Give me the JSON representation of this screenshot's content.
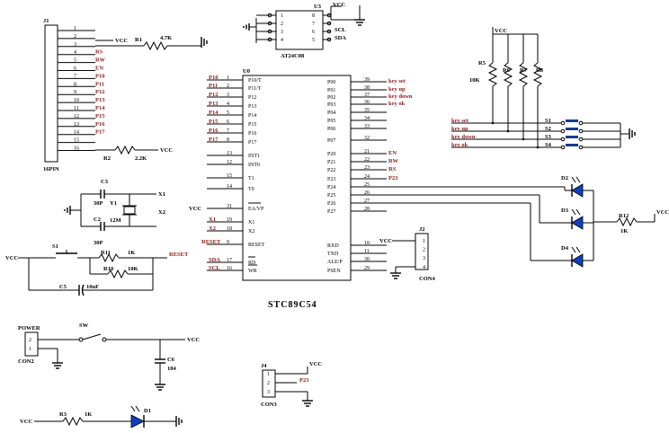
{
  "j1": {
    "ref": "J1",
    "name": "16PIN",
    "pins": [
      "1",
      "2",
      "3",
      "4",
      "5",
      "6",
      "7",
      "8",
      "9",
      "10",
      "11",
      "12",
      "13",
      "14",
      "15",
      "16"
    ],
    "signals": [
      "",
      "",
      "",
      "RS",
      "RW",
      "EN",
      "P10",
      "P11",
      "P12",
      "P13",
      "P14",
      "P15",
      "P16",
      "P17",
      "",
      ""
    ]
  },
  "r1": {
    "ref": "R1",
    "value": "4.7K"
  },
  "r2": {
    "ref": "R2",
    "value": "2.2K"
  },
  "u3": {
    "ref": "U3",
    "name": "AT24C08",
    "left_pins": [
      "1",
      "2",
      "3",
      "4"
    ],
    "right_pins": [
      "8",
      "7",
      "6",
      "5"
    ]
  },
  "i2c": {
    "scl": "SCL",
    "sda": "SDA"
  },
  "u0": {
    "ref": "U0",
    "name": "STC89C54",
    "left_nums": [
      "1",
      "2",
      "3",
      "4",
      "5",
      "6",
      "7",
      "8",
      "13",
      "12",
      "15",
      "14",
      "31",
      "19",
      "18",
      "9",
      "17",
      "16"
    ],
    "left_names": [
      "P10/T",
      "P11/T",
      "P12",
      "P13",
      "P14",
      "P15",
      "P16",
      "P17",
      "INT1",
      "INT0",
      "T1",
      "T0",
      "EA/VP",
      "X1",
      "X2",
      "RESET",
      "RD",
      "WR"
    ],
    "left_ext": [
      "P10",
      "P11",
      "P12",
      "P13",
      "P14",
      "P15",
      "P16",
      "P17",
      "",
      "",
      "",
      "",
      "",
      "X1",
      "X2",
      "RESET",
      "SDA",
      "SCL"
    ],
    "right_nums": [
      "39",
      "38",
      "37",
      "36",
      "35",
      "34",
      "33",
      "32",
      "21",
      "22",
      "23",
      "24",
      "25",
      "26",
      "27",
      "28",
      "10",
      "11",
      "30",
      "29"
    ],
    "right_names": [
      "P00",
      "P01",
      "P02",
      "P03",
      "P04",
      "P05",
      "P06",
      "P07",
      "P20",
      "P21",
      "P22",
      "P23",
      "P24",
      "P25",
      "P26",
      "P27",
      "RXD",
      "TXD",
      "ALE/P",
      "PSEN"
    ],
    "right_ext": [
      "key set",
      "key up",
      "key down",
      "key ok",
      "",
      "",
      "",
      "",
      "EN",
      "RW",
      "RS",
      "P23",
      "",
      "",
      "",
      "",
      "",
      "",
      "",
      ""
    ]
  },
  "keys": {
    "r5": {
      "ref": "R5",
      "value": "10K"
    },
    "r6": {
      "ref": "R6"
    },
    "r7": {
      "ref": "R7"
    },
    "r8": {
      "ref": "R8"
    },
    "nets": [
      "key set",
      "key up",
      "key down",
      "key ok"
    ],
    "switches": [
      "S1",
      "S2",
      "S3",
      "S4"
    ]
  },
  "crystal": {
    "c2": "C2",
    "c2v": "30P",
    "c3": "C3",
    "c3v": "30P",
    "y1": "Y1",
    "y1v": "12M",
    "x1": "X1",
    "x2": "X2"
  },
  "reset": {
    "s1": "S1",
    "r11": "R11",
    "r11v": "1K",
    "r10": "R10",
    "r10v": "10K",
    "c5": "C5",
    "c5v": "10uF",
    "net": "RESET"
  },
  "leds": {
    "d2": "D2",
    "d3": "D3",
    "d4": "D4",
    "r12": "R12",
    "r12v": "1K"
  },
  "j2": {
    "ref": "J2",
    "name": "CON4",
    "pins": [
      "1",
      "2",
      "3",
      "4"
    ]
  },
  "power": {
    "jack": "POWER",
    "con": "CON2",
    "pins": [
      "2",
      "1"
    ],
    "sw": "SW",
    "c6": "C6",
    "c6v": "104"
  },
  "j4": {
    "ref": "J4",
    "name": "CON3",
    "pins": [
      "1",
      "2",
      "3"
    ],
    "net": "P23"
  },
  "d1": {
    "r3": "R3",
    "r3v": "1K",
    "d1": "D1"
  },
  "vcc": "VCC"
}
